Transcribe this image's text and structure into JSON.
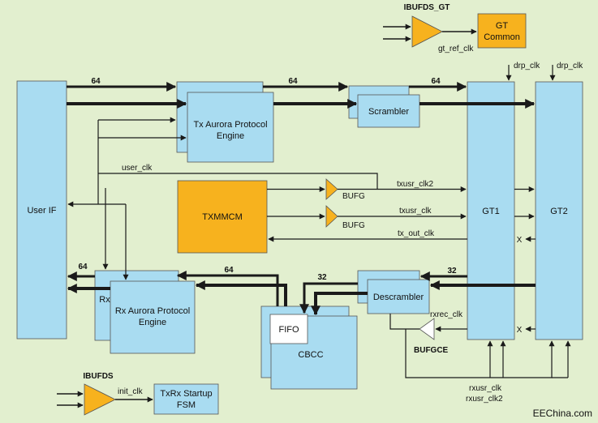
{
  "colors": {
    "background": "#e2efcf",
    "block_fill": "#a9dcf1",
    "orange_fill": "#f7b21e",
    "line": "#1a1a1a"
  },
  "blocks": {
    "user_if": "User IF",
    "tx_engine_line1": "Tx Aurora Protocol",
    "tx_engine_line2": "Engine",
    "scrambler": "Scrambler",
    "gt1": "GT1",
    "gt2": "GT2",
    "txmmcm": "TXMMCM",
    "rx_engine_back": "Rx",
    "rx_engine_line1": "Rx Aurora Protocol",
    "rx_engine_line2": "Engine",
    "fifo": "FIFO",
    "cbcc": "CBCC",
    "descrambler": "Descrambler",
    "gt_common_line1": "GT",
    "gt_common_line2": "Common",
    "startup_fsm_line1": "TxRx Startup",
    "startup_fsm_line2": "FSM"
  },
  "buffers": {
    "ibufds_gt": "IBUFDS_GT",
    "ibufds": "IBUFDS",
    "bufg_1": "BUFG",
    "bufg_2": "BUFG",
    "bufgce": "BUFGCE"
  },
  "signals": {
    "gt_ref_clk": "gt_ref_clk",
    "drp_clk_1": "drp_clk",
    "drp_clk_2": "drp_clk",
    "user_clk": "user_clk",
    "txusr_clk2": "txusr_clk2",
    "txusr_clk": "txusr_clk",
    "tx_out_clk": "tx_out_clk",
    "rxrec_clk": "rxrec_clk",
    "rxusr_clk": "rxusr_clk",
    "rxusr_clk2": "rxusr_clk2",
    "init_clk": "init_clk"
  },
  "bus_widths": {
    "user_to_tx": "64",
    "tx_to_scrambler": "64",
    "scrambler_to_gt": "64",
    "rx_to_user": "64",
    "cbcc_to_rx": "64",
    "descrambler_to_cbcc": "32",
    "gt_to_descrambler": "32"
  },
  "marks": {
    "x_tx": "X",
    "x_rx": "X"
  },
  "watermark": "EEChina.com"
}
